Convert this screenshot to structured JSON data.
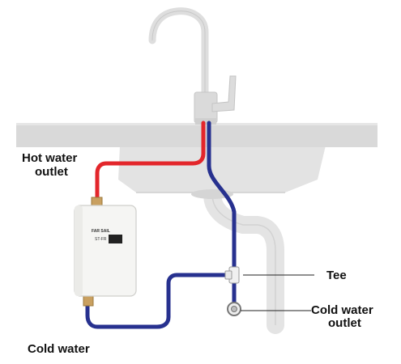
{
  "colors": {
    "hot_pipe": "#e3262b",
    "cold_pipe": "#27318f",
    "sink": "#d9d9d9",
    "faucet": "#dcdcdc",
    "drain": "#e2e2e2",
    "heater_body": "#f5f5f3",
    "fitting": "#c9a060",
    "label_text": "#111111",
    "leader_line": "#222222"
  },
  "labels": {
    "hot_water_line1": "Hot water",
    "hot_water_line2": "outlet",
    "tee": "Tee",
    "cold_outlet_line1": "Cold water",
    "cold_outlet_line2": "outlet",
    "cold_water": "Cold water"
  },
  "heater": {
    "brand": "FAR SAIL",
    "model": "ST-FR"
  },
  "icons": {
    "faucet": "faucet-icon",
    "sink": "sink-basin",
    "drain": "drain-pipe",
    "valve": "valve-icon"
  }
}
